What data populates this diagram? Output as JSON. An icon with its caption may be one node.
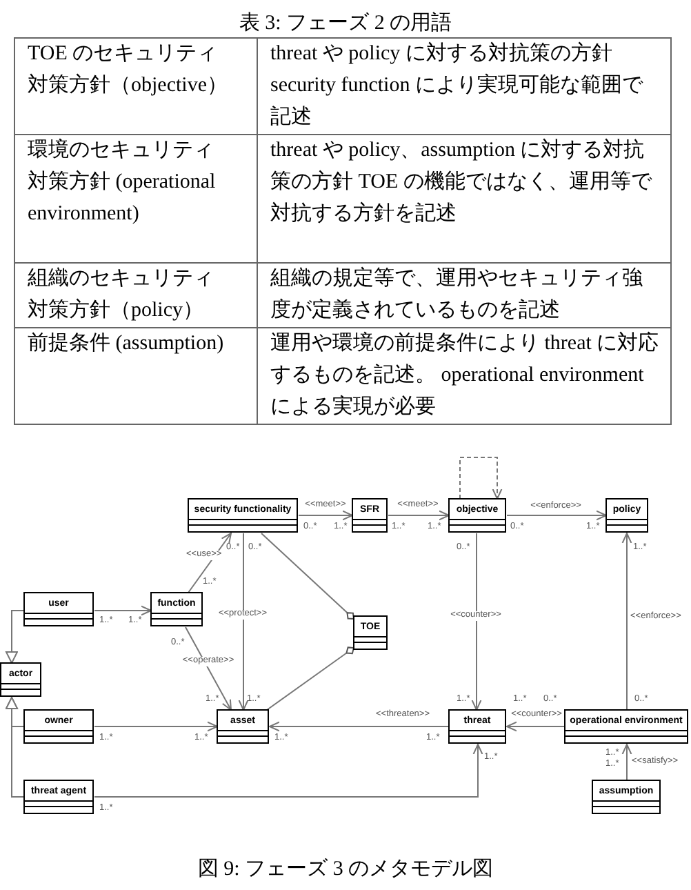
{
  "diagram": {
    "caption": "図 9: フェーズ 3 のメタモデル図",
    "nodes": [
      {
        "text": [
          "security functionality"
        ]
      },
      {
        "text": [
          "SFR"
        ]
      },
      {
        "text": [
          "objective"
        ]
      },
      {
        "text": [
          "policy"
        ]
      },
      {
        "text": [
          "user"
        ]
      },
      {
        "text": [
          "function"
        ]
      },
      {
        "text": [
          "TOE"
        ]
      },
      {
        "text": [
          "actor"
        ]
      },
      {
        "text": [
          "owner"
        ]
      },
      {
        "text": [
          "asset"
        ]
      },
      {
        "text": [
          "threat"
        ]
      },
      {
        "text": [
          "operational environment"
        ]
      },
      {
        "text": [
          "threat agent"
        ]
      },
      {
        "text": [
          "assumption"
        ]
      }
    ],
    "edges": [
      {
        "from": 0,
        "to": 1,
        "arrow": "to",
        "label": "<<meet>>"
      },
      {
        "from": 1,
        "to": 2,
        "arrow": "to",
        "label": "<<meet>>"
      },
      {
        "from": 2,
        "to": 2,
        "arrow": "to",
        "style": "dashed"
      },
      {
        "from": 2,
        "to": 3,
        "arrow": "to",
        "label": "<<enforce>>"
      },
      {
        "from": 4,
        "to": 5,
        "arrow": "to"
      },
      {
        "from": 5,
        "to": 0,
        "arrow": "to",
        "label": "<<use>>"
      },
      {
        "from": 0,
        "to": 9,
        "arrow": "to",
        "label": "<<protect>>"
      },
      {
        "from": 0,
        "to": 6,
        "arrow": "other"
      },
      {
        "from": 9,
        "to": 6,
        "arrow": "other"
      },
      {
        "from": 5,
        "to": 9,
        "arrow": "to",
        "label": "<<operate>>"
      },
      {
        "from": 4,
        "to": 7,
        "arrow": "to"
      },
      {
        "from": 8,
        "to": 7,
        "arrow": "to"
      },
      {
        "from": 12,
        "to": 7,
        "arrow": "to"
      },
      {
        "from": 8,
        "to": 9,
        "arrow": "to"
      },
      {
        "from": 10,
        "to": 9,
        "arrow": "to",
        "label": "<<threaten>>"
      },
      {
        "from": 12,
        "to": 10,
        "arrow": "to"
      },
      {
        "from": 2,
        "to": 10,
        "arrow": "to",
        "label": "<<counter>>"
      },
      {
        "from": 11,
        "to": 10,
        "arrow": "to",
        "label": "<<counter>>"
      },
      {
        "from": 11,
        "to": 3,
        "arrow": "to",
        "label": "<<enforce>>"
      },
      {
        "from": 13,
        "to": 11,
        "arrow": "to",
        "label": "<<satisfy>>"
      }
    ],
    "labels": [
      "表 3: フェーズ 2 の用語",
      "TOE のセキュリティ対策方針（objective）",
      "threat や policy に対する対抗策の方針 security function により実現可能な範囲で記述",
      "環境のセキュリティ対策方針 (operational environment)",
      "threat や policy、assumption に対する対抗策の方針 TOE の機能ではなく、運用等で対抗する方針を記述",
      "組織のセキュリティ対策方針（policy）",
      "組織の規定等で、運用やセキュリティ強度が定義されているものを記述",
      "前提条件 (assumption)",
      "運用や環境の前提条件により threat に対応するものを記述。 operational environment による実現が必要",
      "0..*",
      "1..*",
      "1..*",
      "1..*",
      "0..*",
      "1..*",
      "0..*",
      "0..*",
      "0..*",
      "1..*",
      "1..*",
      "1..*",
      "1..*",
      "0..*",
      "1..*",
      "1..*",
      "1..*",
      "1..*",
      "0..*",
      "0..*",
      "1..*",
      "1..*",
      "1..*",
      "1..*",
      "1..*",
      "1..*",
      "1..*",
      "1..*"
    ]
  }
}
